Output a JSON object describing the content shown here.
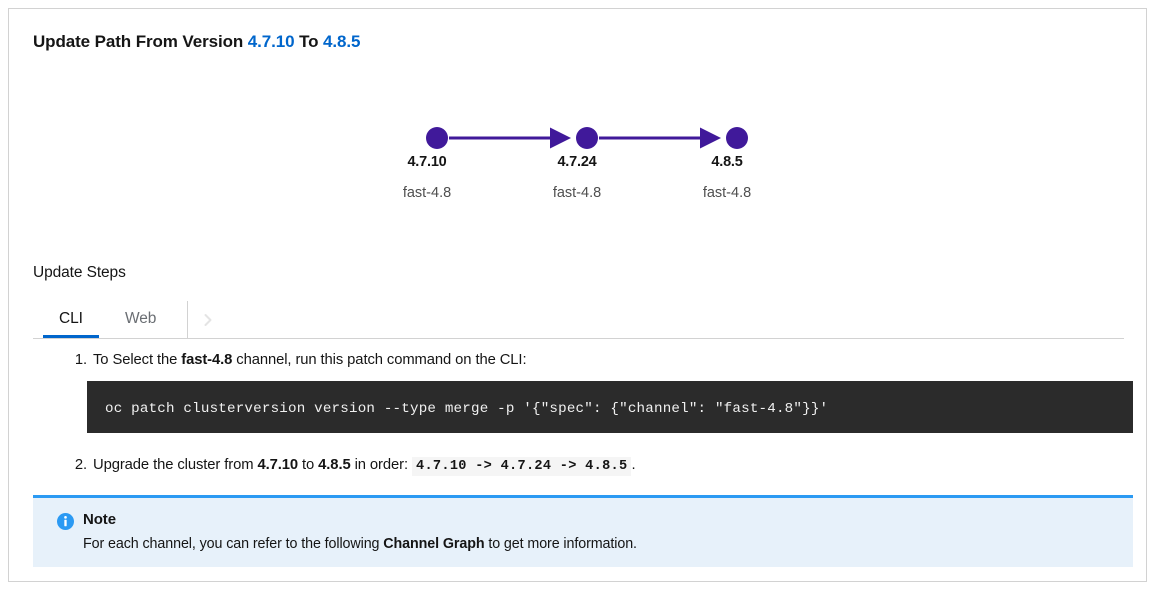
{
  "card": {
    "title_prefix": "Update Path From Version",
    "from_version": "4.7.10",
    "to_word": "To",
    "to_version": "4.8.5"
  },
  "graph": {
    "node_color": "#40199a",
    "nodes": [
      {
        "version": "4.7.10",
        "channel": "fast-4.8"
      },
      {
        "version": "4.7.24",
        "channel": "fast-4.8"
      },
      {
        "version": "4.8.5",
        "channel": "fast-4.8"
      }
    ]
  },
  "steps_section": {
    "heading": "Update Steps",
    "tabs": [
      {
        "label": "CLI",
        "active": true
      },
      {
        "label": "Web",
        "active": false
      }
    ],
    "scroll_icon": "chevron-right-icon",
    "accent_color": "#0066cc"
  },
  "steps": {
    "step1": {
      "number": "1.",
      "text_before": "To Select the ",
      "channel": "fast-4.8",
      "text_after": " channel, run this patch command on the CLI:",
      "command": "oc patch clusterversion version --type merge -p '{\"spec\": {\"channel\": \"fast-4.8\"}}'"
    },
    "step2": {
      "number": "2.",
      "text_before": "Upgrade the cluster from ",
      "from_version": "4.7.10",
      "text_middle": " to ",
      "to_version": "4.8.5",
      "text_order": " in order: ",
      "order_code": "4.7.10 -> 4.7.24 -> 4.8.5",
      "text_end": "."
    }
  },
  "note": {
    "icon": "info-circle-icon",
    "title": "Note",
    "body_before": "For each channel, you can refer to the following ",
    "body_link": "Channel Graph",
    "body_after": " to get more information.",
    "accent_color": "#2b9af3",
    "background_color": "#e7f1fa"
  }
}
